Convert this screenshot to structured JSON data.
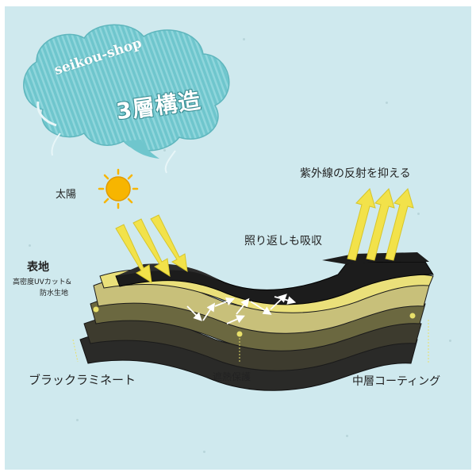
{
  "watermark": "seikou-shop",
  "badge": {
    "title": "3層構造"
  },
  "labels": {
    "sun": "太陽",
    "uv_block": "紫外線の反射を抑える",
    "reflect_absorb": "照り返しも吸収",
    "surface_title": "表地",
    "surface_desc_1": "高密度UVカット&",
    "surface_desc_2": "防水生地",
    "black_laminate": "ブラックラミネート",
    "heat_shield": "遮熱保護",
    "middle_coating": "中層コーティング"
  },
  "colors": {
    "background": "#cfe9ee",
    "badge_teal": "#6fc6cd",
    "arrow_yellow": "#f2e24a",
    "layer_black": "#1c1c1c",
    "sun": "#f7b500"
  }
}
